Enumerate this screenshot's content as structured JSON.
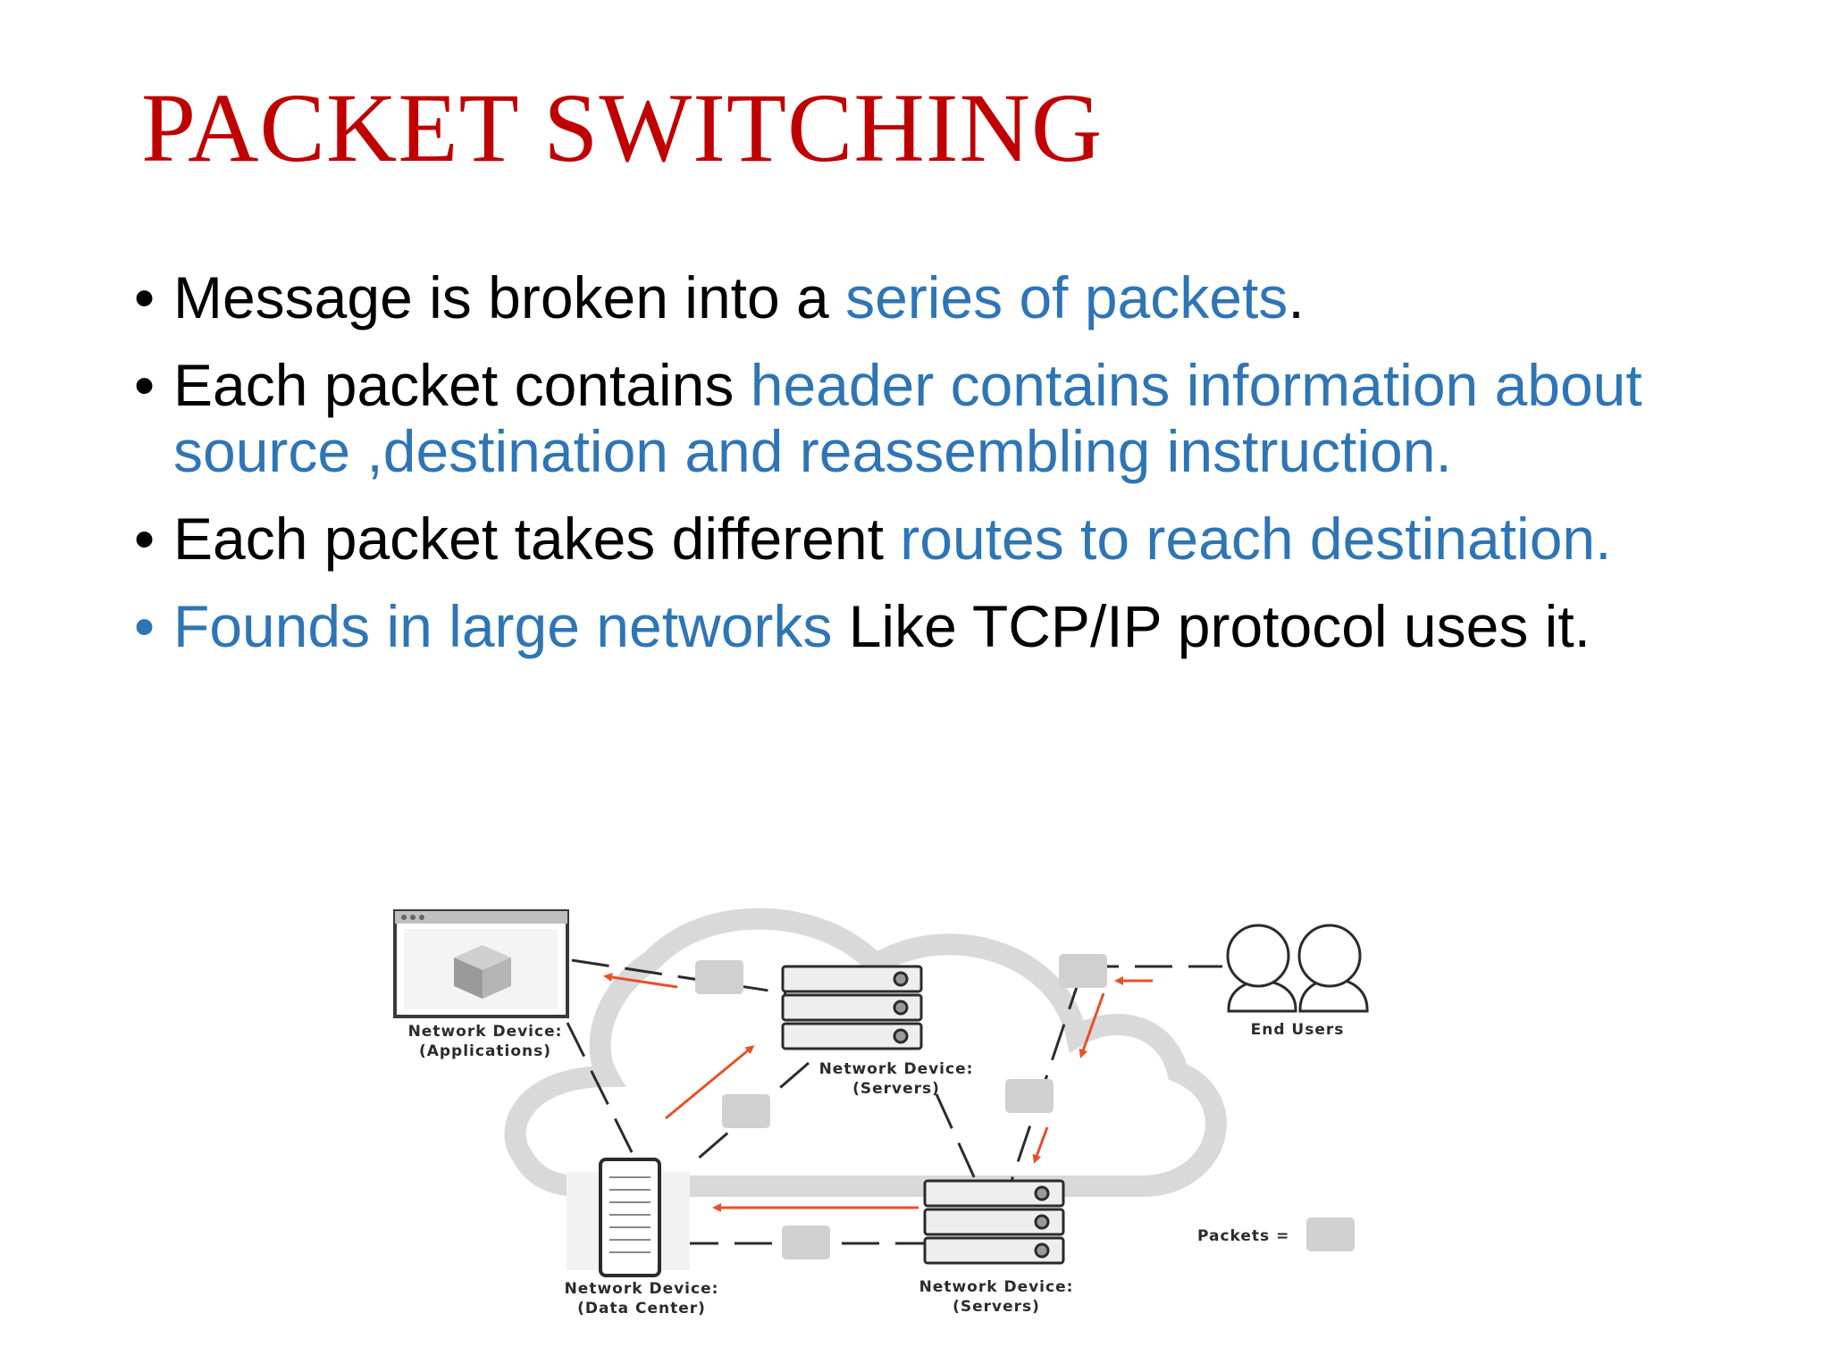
{
  "slide": {
    "title": "PACKET SWITCHING",
    "colors": {
      "title": "#c00000",
      "accent_text": "#2e75b6",
      "arrow": "#e8502a"
    }
  },
  "bullets": [
    {
      "parts": [
        {
          "text": "Message is broken into a ",
          "color": "black"
        },
        {
          "text": "series of packets",
          "color": "blue"
        },
        {
          "text": ".",
          "color": "black"
        }
      ]
    },
    {
      "parts": [
        {
          "text": "Each packet contains ",
          "color": "black"
        },
        {
          "text": "header contains information about source ,destination and reassembling instruction.",
          "color": "blue"
        }
      ]
    },
    {
      "parts": [
        {
          "text": "Each packet takes different ",
          "color": "black"
        },
        {
          "text": "routes to reach destination.",
          "color": "blue"
        }
      ]
    },
    {
      "parts": [
        {
          "text": "Founds in large networks",
          "color": "blue"
        },
        {
          "text": " Like TCP/IP protocol uses it.",
          "color": "black"
        }
      ],
      "bullet_color": "blue"
    }
  ],
  "diagram": {
    "labels": {
      "applications_line1": "Network Device:",
      "applications_line2": "(Applications)",
      "servers_top_line1": "Network Device:",
      "servers_top_line2": "(Servers)",
      "end_users": "End Users",
      "data_center_line1": "Network Device:",
      "data_center_line2": "(Data Center)",
      "servers_bottom_line1": "Network Device:",
      "servers_bottom_line2": "(Servers)",
      "packets_legend": "Packets ="
    },
    "icons": [
      "window-icon",
      "cube-icon",
      "server-rack-icon",
      "users-icon",
      "data-center-icon",
      "packet-icon",
      "cloud-icon"
    ]
  }
}
